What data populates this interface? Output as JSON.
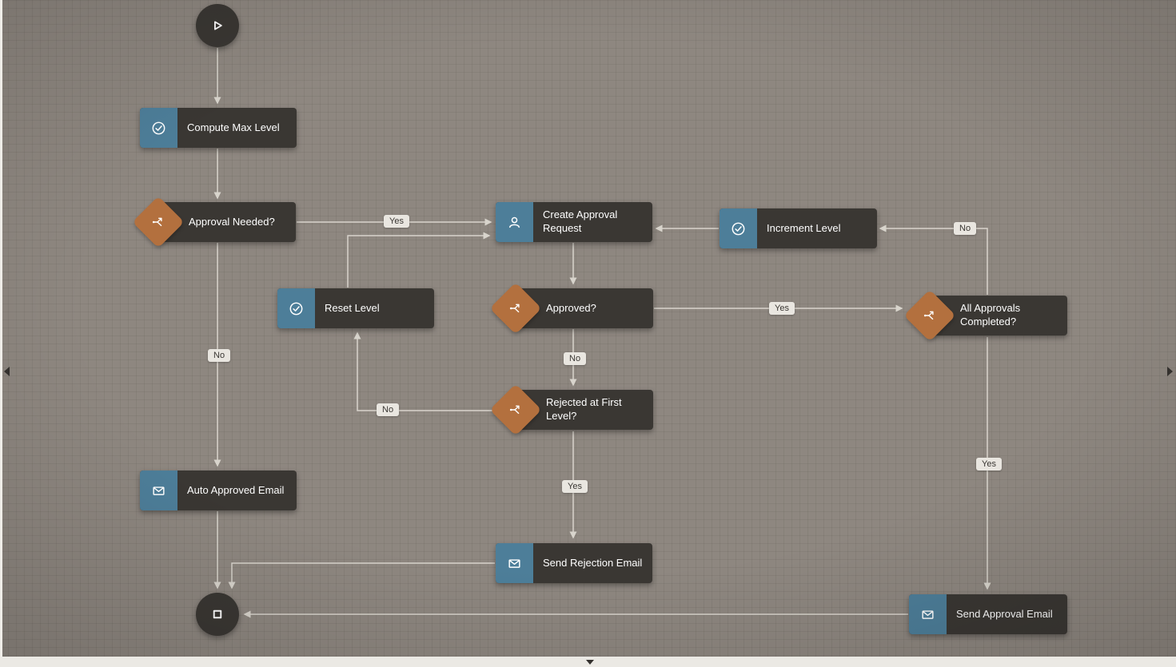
{
  "colors": {
    "canvas": "#8e8780",
    "node_background": "#3a3733",
    "task_icon_background": "#4d7e99",
    "decision_diamond": "#b3703e",
    "edge_line": "#d8d4cc",
    "edge_label_background": "#e9e6e0",
    "edge_label_text": "#3a3733",
    "node_text": "#ffffff"
  },
  "nodes": {
    "start": {
      "icon": "play-icon"
    },
    "compute_max_level": {
      "label": "Compute Max Level",
      "icon": "check-circle-icon"
    },
    "approval_needed": {
      "label": "Approval Needed?",
      "icon": "branch-icon"
    },
    "create_approval_request": {
      "label": "Create Approval Request",
      "icon": "person-icon"
    },
    "increment_level": {
      "label": "Increment Level",
      "icon": "check-circle-icon"
    },
    "reset_level": {
      "label": "Reset Level",
      "icon": "check-circle-icon"
    },
    "approved": {
      "label": "Approved?",
      "icon": "branch-icon"
    },
    "all_approvals_completed": {
      "label": "All Approvals Completed?",
      "icon": "branch-icon"
    },
    "rejected_at_first_level": {
      "label": "Rejected at First Level?",
      "icon": "branch-icon"
    },
    "auto_approved_email": {
      "label": "Auto Approved Email",
      "icon": "envelope-icon"
    },
    "send_rejection_email": {
      "label": "Send Rejection Email",
      "icon": "envelope-icon"
    },
    "send_approval_email": {
      "label": "Send Approval Email",
      "icon": "envelope-icon"
    },
    "end": {
      "icon": "stop-icon"
    }
  },
  "edge_labels": {
    "approval_needed_yes": "Yes",
    "approval_needed_no": "No",
    "all_completed_no": "No",
    "approved_yes": "Yes",
    "approved_no": "No",
    "rejected_no": "No",
    "rejected_yes": "Yes",
    "all_completed_yes": "Yes"
  }
}
